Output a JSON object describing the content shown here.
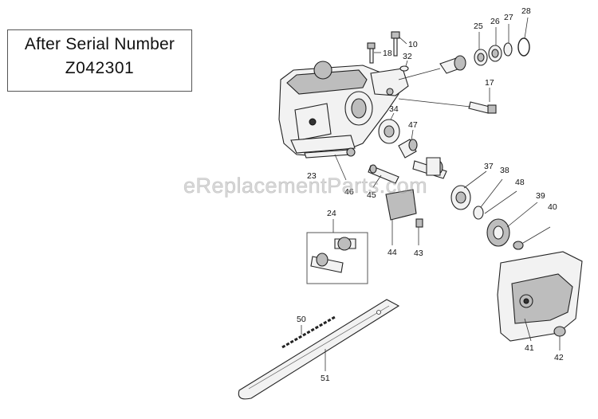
{
  "serial_box": {
    "line1": "After Serial Number",
    "line2": "Z042301"
  },
  "watermark": "eReplacementParts.com",
  "callouts": [
    "10",
    "18",
    "32",
    "25",
    "26",
    "27",
    "28",
    "17",
    "34",
    "47",
    "23",
    "46",
    "45",
    "37",
    "38",
    "48",
    "39",
    "40",
    "24",
    "44",
    "43",
    "41",
    "42",
    "50",
    "51"
  ]
}
